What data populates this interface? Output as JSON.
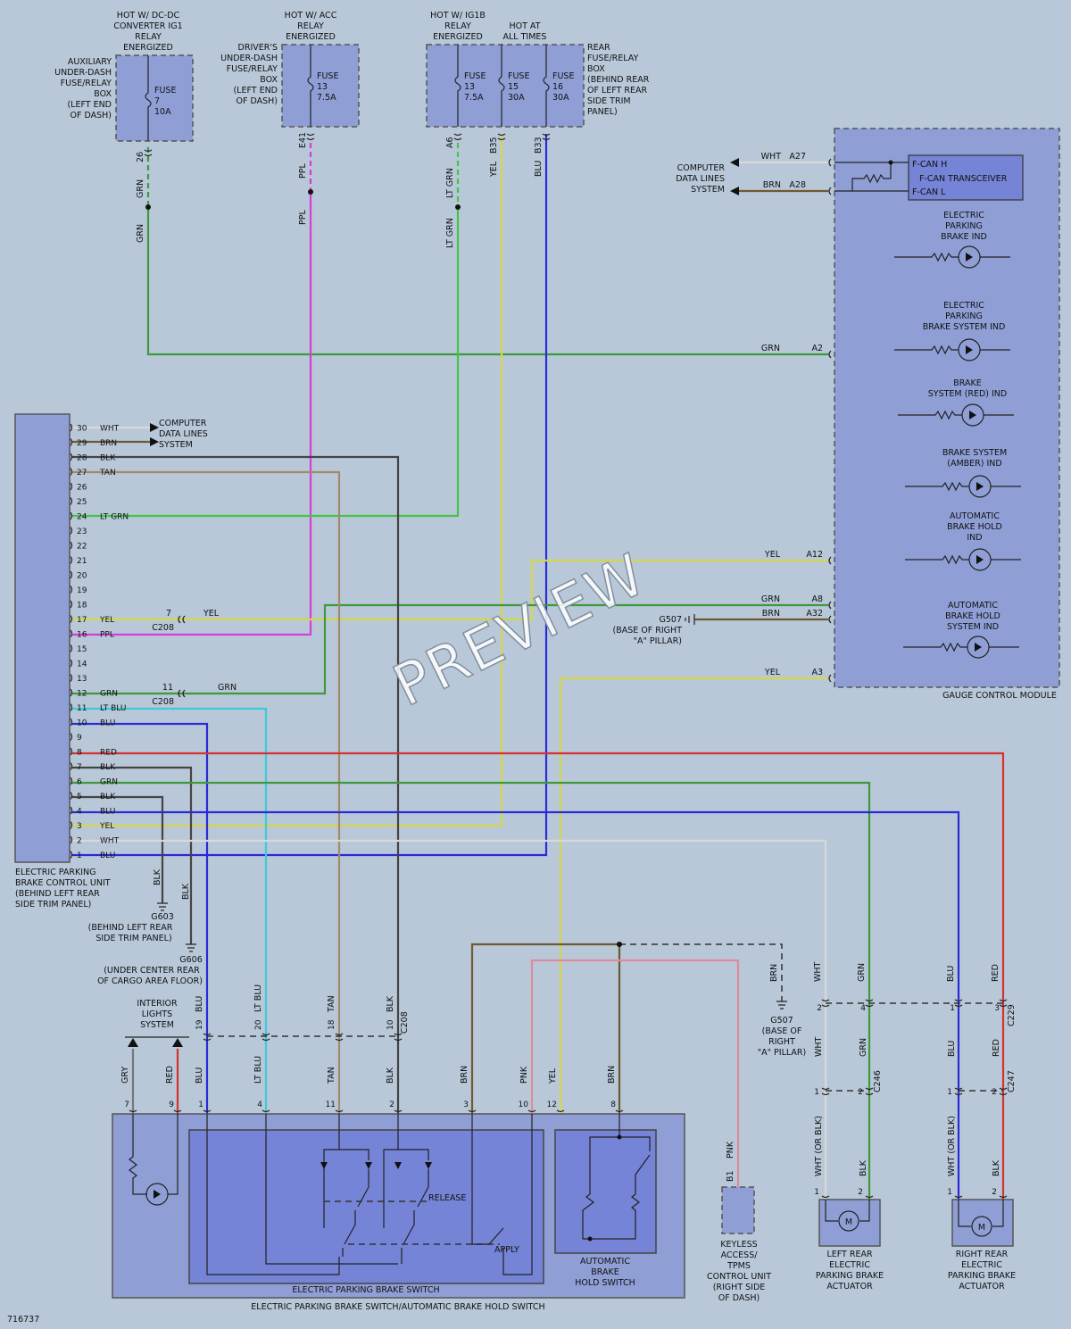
{
  "diagram_id": "716737",
  "watermark": "PREVIEW",
  "top_labels": {
    "dcdc": [
      "HOT W/ DC-DC",
      "CONVERTER IG1",
      "RELAY",
      "ENERGIZED"
    ],
    "acc": [
      "HOT W/ ACC",
      "RELAY",
      "ENERGIZED"
    ],
    "ig1b": [
      "HOT W/ IG1B",
      "RELAY",
      "ENERGIZED"
    ],
    "always": [
      "HOT AT",
      "ALL TIMES"
    ]
  },
  "boxes": {
    "aux": [
      "AUXILIARY",
      "UNDER-DASH",
      "FUSE/RELAY",
      "BOX",
      "(LEFT END",
      "OF DASH)"
    ],
    "driver": [
      "DRIVER'S",
      "UNDER-DASH",
      "FUSE/RELAY",
      "BOX",
      "(LEFT END",
      "OF DASH)"
    ],
    "rear": [
      "REAR",
      "FUSE/RELAY",
      "BOX",
      "(BEHIND REAR",
      "OF LEFT REAR",
      "SIDE TRIM",
      "PANEL)"
    ]
  },
  "fuses": {
    "f7": [
      "FUSE",
      "7",
      "10A"
    ],
    "f13a": [
      "FUSE",
      "13",
      "7.5A"
    ],
    "f13b": [
      "FUSE",
      "13",
      "7.5A"
    ],
    "f15": [
      "FUSE",
      "15",
      "30A"
    ],
    "f16": [
      "FUSE",
      "16",
      "30A"
    ]
  },
  "top_wires": {
    "w26": {
      "pin": "26",
      "c1": "GRN",
      "c2": "GRN"
    },
    "e41": {
      "pin": "E41",
      "c1": "PPL",
      "c2": "PPL"
    },
    "a6": {
      "pin": "A6",
      "c1": "LT GRN",
      "c2": "LT GRN"
    },
    "b35": {
      "pin": "B35",
      "c1": "YEL"
    },
    "b33": {
      "pin": "B33",
      "c1": "BLU"
    }
  },
  "cdl": {
    "right": [
      "COMPUTER",
      "DATA LINES",
      "SYSTEM"
    ],
    "left": [
      "COMPUTER",
      "DATA LINES",
      "SYSTEM"
    ]
  },
  "gauge": {
    "title": "GAUGE CONTROL MODULE",
    "fcan_h": "F-CAN H",
    "transceiver": "F-CAN TRANSCEIVER",
    "fcan_l": "F-CAN L",
    "indicators": {
      "i1": [
        "ELECTRIC",
        "PARKING",
        "BRAKE IND"
      ],
      "i2": [
        "ELECTRIC",
        "PARKING",
        "BRAKE SYSTEM IND"
      ],
      "i3": [
        "BRAKE",
        "SYSTEM (RED) IND"
      ],
      "i4": [
        "BRAKE SYSTEM",
        "(AMBER) IND"
      ],
      "i5": [
        "AUTOMATIC",
        "BRAKE HOLD",
        "IND"
      ],
      "i6": [
        "AUTOMATIC",
        "BRAKE HOLD",
        "SYSTEM IND"
      ]
    },
    "pins": {
      "a27": {
        "pin": "A27",
        "color": "WHT"
      },
      "a28": {
        "pin": "A28",
        "color": "BRN"
      },
      "a2": {
        "pin": "A2",
        "color": "GRN"
      },
      "a12": {
        "pin": "A12",
        "color": "YEL"
      },
      "a8": {
        "pin": "A8",
        "color": "GRN"
      },
      "a32": {
        "pin": "A32",
        "color": "BRN"
      },
      "a3": {
        "pin": "A3",
        "color": "YEL"
      }
    }
  },
  "epb_unit": {
    "label": [
      "ELECTRIC PARKING",
      "BRAKE CONTROL UNIT",
      "(BEHIND LEFT REAR",
      "SIDE TRIM PANEL)"
    ],
    "pins": [
      {
        "n": "30",
        "c": "WHT"
      },
      {
        "n": "29",
        "c": "BRN"
      },
      {
        "n": "28",
        "c": "BLK"
      },
      {
        "n": "27",
        "c": "TAN"
      },
      {
        "n": "26",
        "c": ""
      },
      {
        "n": "25",
        "c": ""
      },
      {
        "n": "24",
        "c": "LT GRN"
      },
      {
        "n": "23",
        "c": ""
      },
      {
        "n": "22",
        "c": ""
      },
      {
        "n": "21",
        "c": ""
      },
      {
        "n": "20",
        "c": ""
      },
      {
        "n": "19",
        "c": ""
      },
      {
        "n": "18",
        "c": ""
      },
      {
        "n": "17",
        "c": "YEL"
      },
      {
        "n": "16",
        "c": "PPL"
      },
      {
        "n": "15",
        "c": ""
      },
      {
        "n": "14",
        "c": ""
      },
      {
        "n": "13",
        "c": ""
      },
      {
        "n": "12",
        "c": "GRN"
      },
      {
        "n": "11",
        "c": "LT BLU"
      },
      {
        "n": "10",
        "c": "BLU"
      },
      {
        "n": "9",
        "c": ""
      },
      {
        "n": "8",
        "c": "RED"
      },
      {
        "n": "7",
        "c": "BLK"
      },
      {
        "n": "6",
        "c": "GRN"
      },
      {
        "n": "5",
        "c": "BLK"
      },
      {
        "n": "4",
        "c": "BLU"
      },
      {
        "n": "3",
        "c": "YEL"
      },
      {
        "n": "2",
        "c": "WHT"
      },
      {
        "n": "1",
        "c": "BLU"
      }
    ]
  },
  "c208": {
    "p7": "7",
    "yel": "YEL",
    "name1": "C208",
    "p11": "11",
    "grn": "GRN",
    "name2": "C208"
  },
  "g507_top": {
    "name": "G507",
    "loc": [
      "(BASE OF RIGHT",
      "\"A\" PILLAR)"
    ]
  },
  "grounds": {
    "g603": {
      "name": "G603",
      "loc": [
        "(BEHIND LEFT REAR",
        "SIDE TRIM PANEL)"
      ],
      "wire": "BLK"
    },
    "g606": {
      "name": "G606",
      "loc": [
        "(UNDER CENTER REAR",
        "OF CARGO AREA FLOOR)"
      ],
      "wire": "BLK"
    },
    "g507": {
      "name": "G507",
      "loc": [
        "(BASE OF",
        "RIGHT",
        "\"A\" PILLAR)"
      ],
      "wire": "BRN"
    }
  },
  "interior_lights": [
    "INTERIOR",
    "LIGHTS",
    "SYSTEM"
  ],
  "lower_c208": {
    "name": "C208",
    "pins": [
      {
        "n": "19",
        "c": "BLU"
      },
      {
        "n": "20",
        "c": "LT BLU"
      },
      {
        "n": "18",
        "c": "TAN"
      },
      {
        "n": "10",
        "c": "BLK"
      }
    ]
  },
  "switch_pins": [
    {
      "n": "7",
      "c": "GRY"
    },
    {
      "n": "9",
      "c": "RED"
    },
    {
      "n": "1",
      "c": "BLU"
    },
    {
      "n": "4",
      "c": "LT BLU"
    },
    {
      "n": "11",
      "c": "TAN"
    },
    {
      "n": "2",
      "c": "BLK"
    },
    {
      "n": "3",
      "c": "BRN"
    },
    {
      "n": "10",
      "c": "PNK"
    },
    {
      "n": "12",
      "c": "YEL"
    },
    {
      "n": "8",
      "c": "BRN"
    }
  ],
  "switch_labels": {
    "release": "RELEASE",
    "apply": "APPLY",
    "epb_switch": "ELECTRIC PARKING BRAKE SWITCH",
    "hold": [
      "AUTOMATIC",
      "BRAKE",
      "HOLD SWITCH"
    ],
    "assembly": "ELECTRIC PARKING BRAKE SWITCH/AUTOMATIC BRAKE HOLD SWITCH"
  },
  "keyless": {
    "pin": "B1",
    "wire": "PNK",
    "label": [
      "KEYLESS",
      "ACCESS/",
      "TPMS",
      "CONTROL UNIT",
      "(RIGHT SIDE",
      "OF DASH)"
    ]
  },
  "c229": {
    "name": "C229",
    "pins": [
      {
        "n": "2",
        "c": "WHT"
      },
      {
        "n": "4",
        "c": "GRN"
      },
      {
        "n": "1",
        "c": "BLU"
      },
      {
        "n": "3",
        "c": "RED"
      }
    ]
  },
  "c246": {
    "name": "C246",
    "p1": "1",
    "p2": "2",
    "wht": "WHT",
    "grn": "GRN"
  },
  "c247": {
    "name": "C247",
    "p1": "1",
    "p2": "2",
    "blu": "BLU",
    "red": "RED"
  },
  "left_act": {
    "p1": "1",
    "p2": "2",
    "w1": "WHT (OR BLK)",
    "w2": "BLK",
    "motor": "M",
    "label": [
      "LEFT REAR",
      "ELECTRIC",
      "PARKING BRAKE",
      "ACTUATOR"
    ]
  },
  "right_act": {
    "p1": "1",
    "p2": "2",
    "w1": "WHT (OR BLK)",
    "w2": "BLK",
    "motor": "M",
    "label": [
      "RIGHT REAR",
      "ELECTRIC",
      "PARKING BRAKE",
      "ACTUATOR"
    ]
  },
  "colors": {
    "grn": "#3c9a3c",
    "ppl": "#d63cd6",
    "ltgrn": "#44c444",
    "yel": "#d6d64c",
    "blu": "#2a2ad6",
    "wht": "#d8d8d8",
    "brn": "#6e5a30",
    "blk": "#444444",
    "tan": "#a08a6a",
    "ltblu": "#3ccad6",
    "red": "#d63030",
    "pnk": "#e08a9a",
    "gry": "#777777",
    "background": "#b8c8d8",
    "module": "#8f9fd6"
  }
}
